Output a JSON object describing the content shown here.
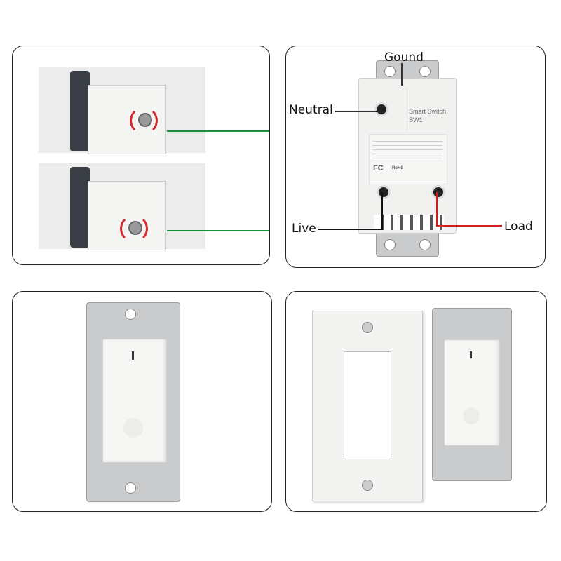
{
  "wiring_diagram": {
    "labels": {
      "ground": "Gound",
      "neutral": "Neutral",
      "live": "Live",
      "load": "Load"
    },
    "device_text": {
      "title": "Smart Switch",
      "model": "SW1",
      "fc_mark": "FC",
      "rohs_mark": "RoHS"
    },
    "wire_colors": {
      "ground": "#333333",
      "neutral": "#333333",
      "live": "#111111",
      "load": "#d11a1a"
    }
  },
  "install_steps": {
    "connector_color": "#1e8a3a",
    "arrow_color": "#d9262c"
  }
}
